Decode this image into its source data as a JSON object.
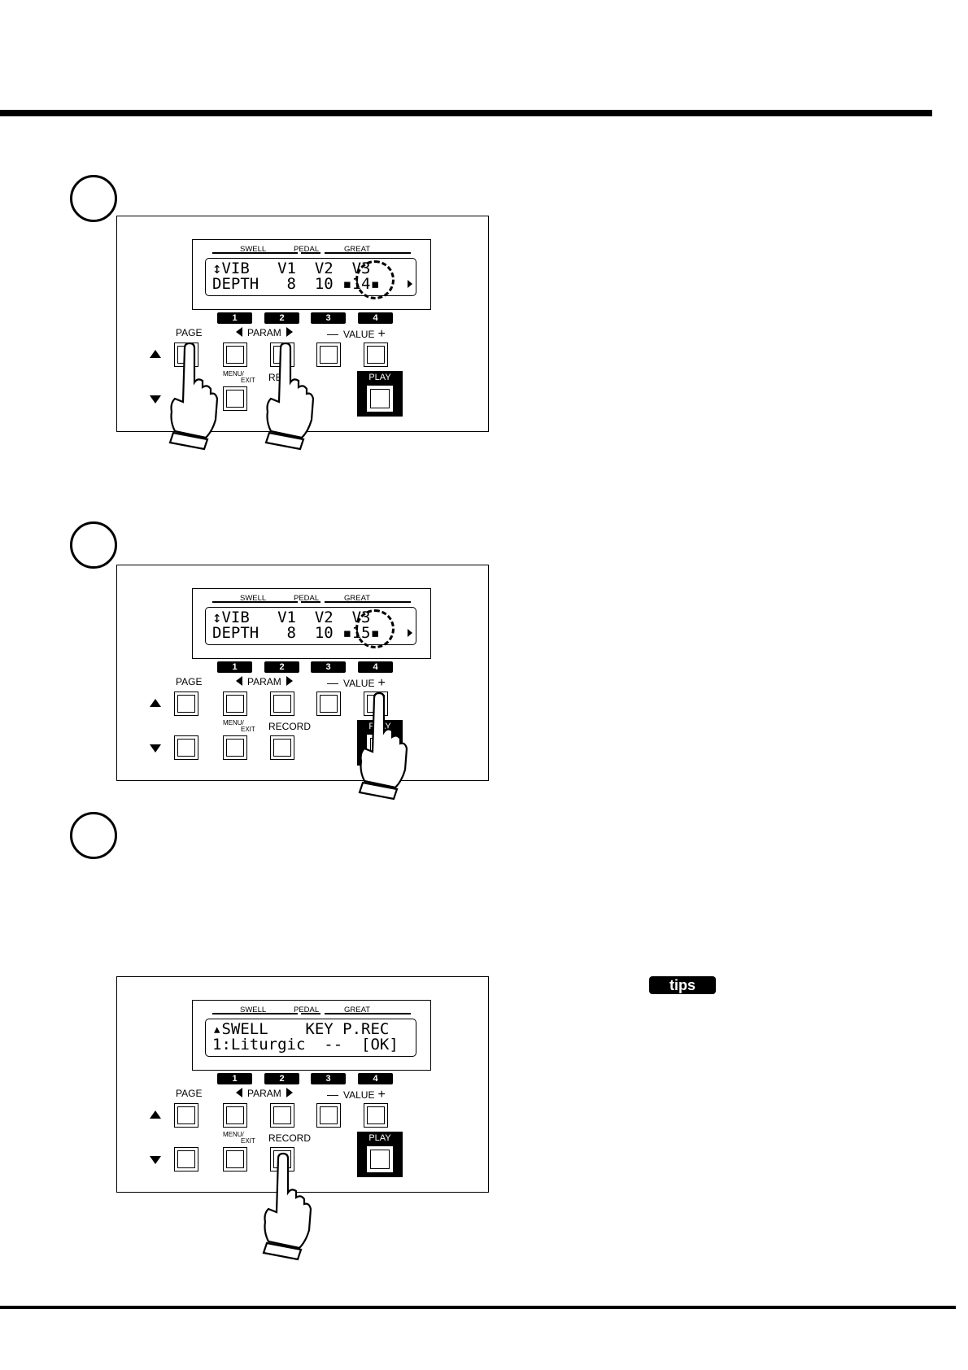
{
  "steps": [
    {
      "lcd_line1": "↕VIB   V1  V2  V3",
      "lcd_line2": "DEPTH   8  10 ▪14▪",
      "pressed": [
        "page-up",
        "param-right"
      ]
    },
    {
      "lcd_line1": "↕VIB   V1  V2  V3",
      "lcd_line2": "DEPTH   8  10 ▪15▪",
      "pressed": [
        "value-plus"
      ]
    },
    {
      "lcd_line1": "▴SWELL    KEY P.REC",
      "lcd_line2": "1:Liturgic  --  [OK]",
      "pressed": [
        "record"
      ]
    }
  ],
  "panel": {
    "section_swell": "SWELL",
    "section_pedal": "PEDAL",
    "section_great": "GREAT",
    "num_1": "1",
    "num_2": "2",
    "num_3": "3",
    "num_4": "4",
    "page_label": "PAGE",
    "param_label": "PARAM",
    "value_label": "VALUE",
    "menu_label": "MENU/",
    "exit_label": "EXIT",
    "record_label": "RECORD",
    "play_label": "PLAY"
  },
  "tips": {
    "label": "tips"
  },
  "icons": {
    "step_marker": "circle-outline",
    "pointer": "pointing-hand-icon",
    "up": "triangle-up-icon",
    "down": "triangle-down-icon",
    "left": "triangle-left-icon",
    "right": "triangle-right-icon"
  }
}
